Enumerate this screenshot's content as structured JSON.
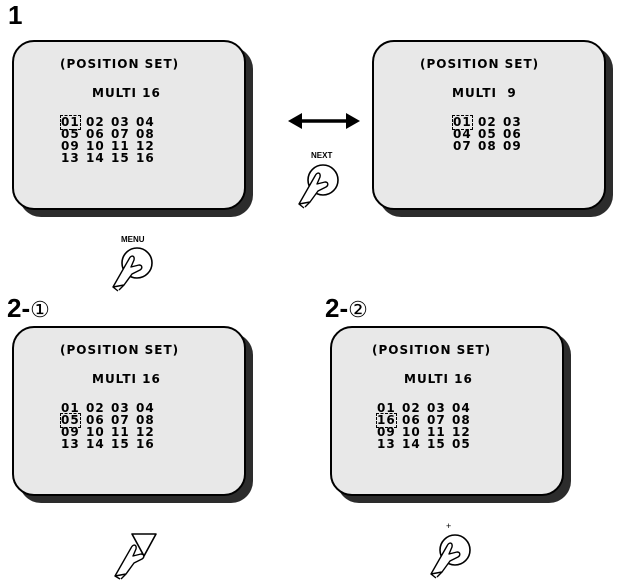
{
  "steps": {
    "s1": "1",
    "s2a": "2-",
    "s2a_circ": "①",
    "s2b": "2-",
    "s2b_circ": "②"
  },
  "screens": {
    "tl": {
      "title": "(POSITION SET)",
      "mode": "MULTI 16",
      "rows": [
        [
          "01",
          "02",
          "03",
          "04"
        ],
        [
          "05",
          "06",
          "07",
          "08"
        ],
        [
          "09",
          "10",
          "11",
          "12"
        ],
        [
          "13",
          "14",
          "15",
          "16"
        ]
      ],
      "highlight": "01"
    },
    "tr": {
      "title": "(POSITION SET)",
      "mode": "MULTI  9",
      "rows": [
        [
          "01",
          "02",
          "03"
        ],
        [
          "04",
          "05",
          "06"
        ],
        [
          "07",
          "08",
          "09"
        ]
      ],
      "highlight": "01"
    },
    "bl": {
      "title": "(POSITION SET)",
      "mode": "MULTI 16",
      "rows": [
        [
          "01",
          "02",
          "03",
          "04"
        ],
        [
          "05",
          "06",
          "07",
          "08"
        ],
        [
          "09",
          "10",
          "11",
          "12"
        ],
        [
          "13",
          "14",
          "15",
          "16"
        ]
      ],
      "highlight": "05"
    },
    "br": {
      "title": "(POSITION SET)",
      "mode": "MULTI 16",
      "rows": [
        [
          "01",
          "02",
          "03",
          "04"
        ],
        [
          "16",
          "06",
          "07",
          "08"
        ],
        [
          "09",
          "10",
          "11",
          "12"
        ],
        [
          "13",
          "14",
          "15",
          "05"
        ]
      ],
      "highlight": "16"
    }
  },
  "buttons": {
    "next": "NEXT",
    "menu": "MENU",
    "plus": "+"
  }
}
